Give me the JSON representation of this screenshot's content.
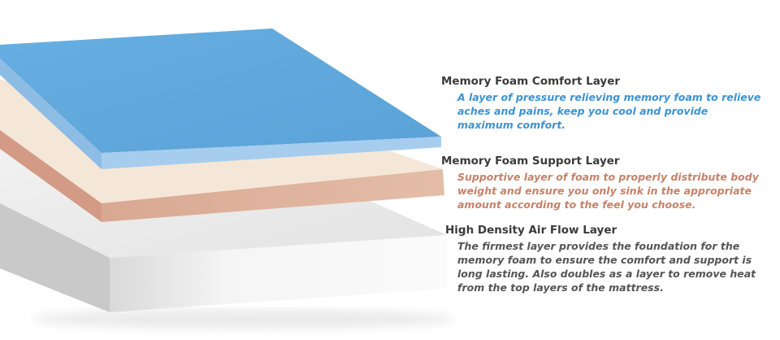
{
  "colors": {
    "comfort_top": "#62a9dd",
    "comfort_front": "#a9cfee",
    "comfort_text": "#3b93d3",
    "support_top": "#f5e6d6",
    "support_front": "#e2baa4",
    "support_text": "#c4826a",
    "airflow_top": "#ececec",
    "airflow_front": "#f6f6f6",
    "airflow_text": "#555555",
    "title_text": "#3b3b3b"
  },
  "layers": [
    {
      "title": "Memory Foam Comfort Layer",
      "description": "A layer of pressure relieving memory foam to relieve aches and pains, keep you cool and provide maximum comfort."
    },
    {
      "title": "Memory Foam Support Layer",
      "description": "Supportive layer of foam to properly distribute body weight and ensure you only sink in the appropriate amount according to the feel you choose."
    },
    {
      "title": "High Density Air Flow Layer",
      "description": "The firmest layer provides the foundation for the memory foam to ensure the comfort and support is long lasting. Also doubles as a layer to remove heat from the top layers of the mattress."
    }
  ]
}
